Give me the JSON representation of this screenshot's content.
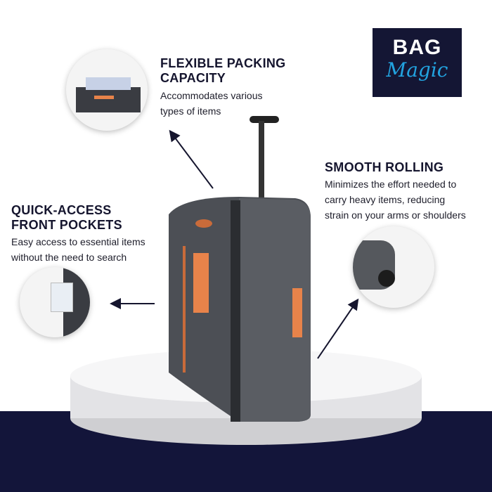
{
  "brand": {
    "line1": "BAG",
    "line2": "Magic"
  },
  "features": [
    {
      "title_line1": "FLEXIBLE PACKING",
      "title_line2": "CAPACITY",
      "desc_line1": "Accommodates various",
      "desc_line2": "types of items"
    },
    {
      "title_line1": "SMOOTH ROLLING",
      "desc_line1": "Minimizes the effort needed to",
      "desc_line2": "carry heavy items, reducing",
      "desc_line3": "strain on your arms or shoulders"
    },
    {
      "title_line1": "QUICK-ACCESS",
      "title_line2": "FRONT POCKETS",
      "desc_line1": "Easy access to essential items",
      "desc_line2": "without the need to search"
    }
  ],
  "colors": {
    "navy": "#13153a",
    "accent_orange": "#e8834a",
    "logo_blue": "#22a3e0"
  }
}
